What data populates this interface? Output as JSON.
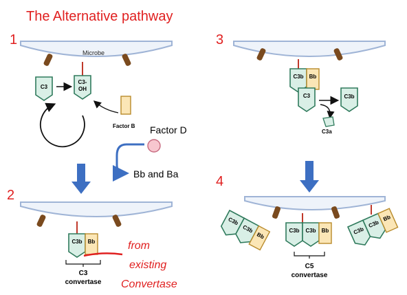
{
  "title": "The Alternative pathway",
  "steps": [
    "1",
    "2",
    "3",
    "4"
  ],
  "panel1": {
    "microbe_label": "Microbe",
    "c3": "C3",
    "c3_oh": [
      "C3-",
      "OH"
    ],
    "factor_b": "Factor B",
    "factor_d": "Factor D",
    "bb_ba": "Bb and Ba"
  },
  "panel2": {
    "c3b": "C3b",
    "bb": "Bb",
    "caption": [
      "C3",
      "convertase"
    ],
    "handwriting": [
      "from",
      "existing",
      "Convertase"
    ]
  },
  "panel3": {
    "c3b": "C3b",
    "bb": "Bb",
    "c3": "C3",
    "c3b_released": "C3b",
    "c3a": "C3a"
  },
  "panel4": {
    "c3b": "C3b",
    "bb": "Bb",
    "caption": [
      "C5",
      "convertase"
    ]
  },
  "colors": {
    "annotation_red": "#e02020",
    "arrow_blue": "#3d6fc2",
    "c3_fill": "#d9efe6",
    "c3_stroke": "#2f7a5c",
    "bb_fill": "#fbe6b6",
    "bb_stroke": "#b88a2a",
    "microbe_fill": "#eef3fa",
    "microbe_stroke": "#9fb4d6",
    "receptor": "#7a4a1e",
    "factor_d_fill": "#f7c6cf"
  }
}
